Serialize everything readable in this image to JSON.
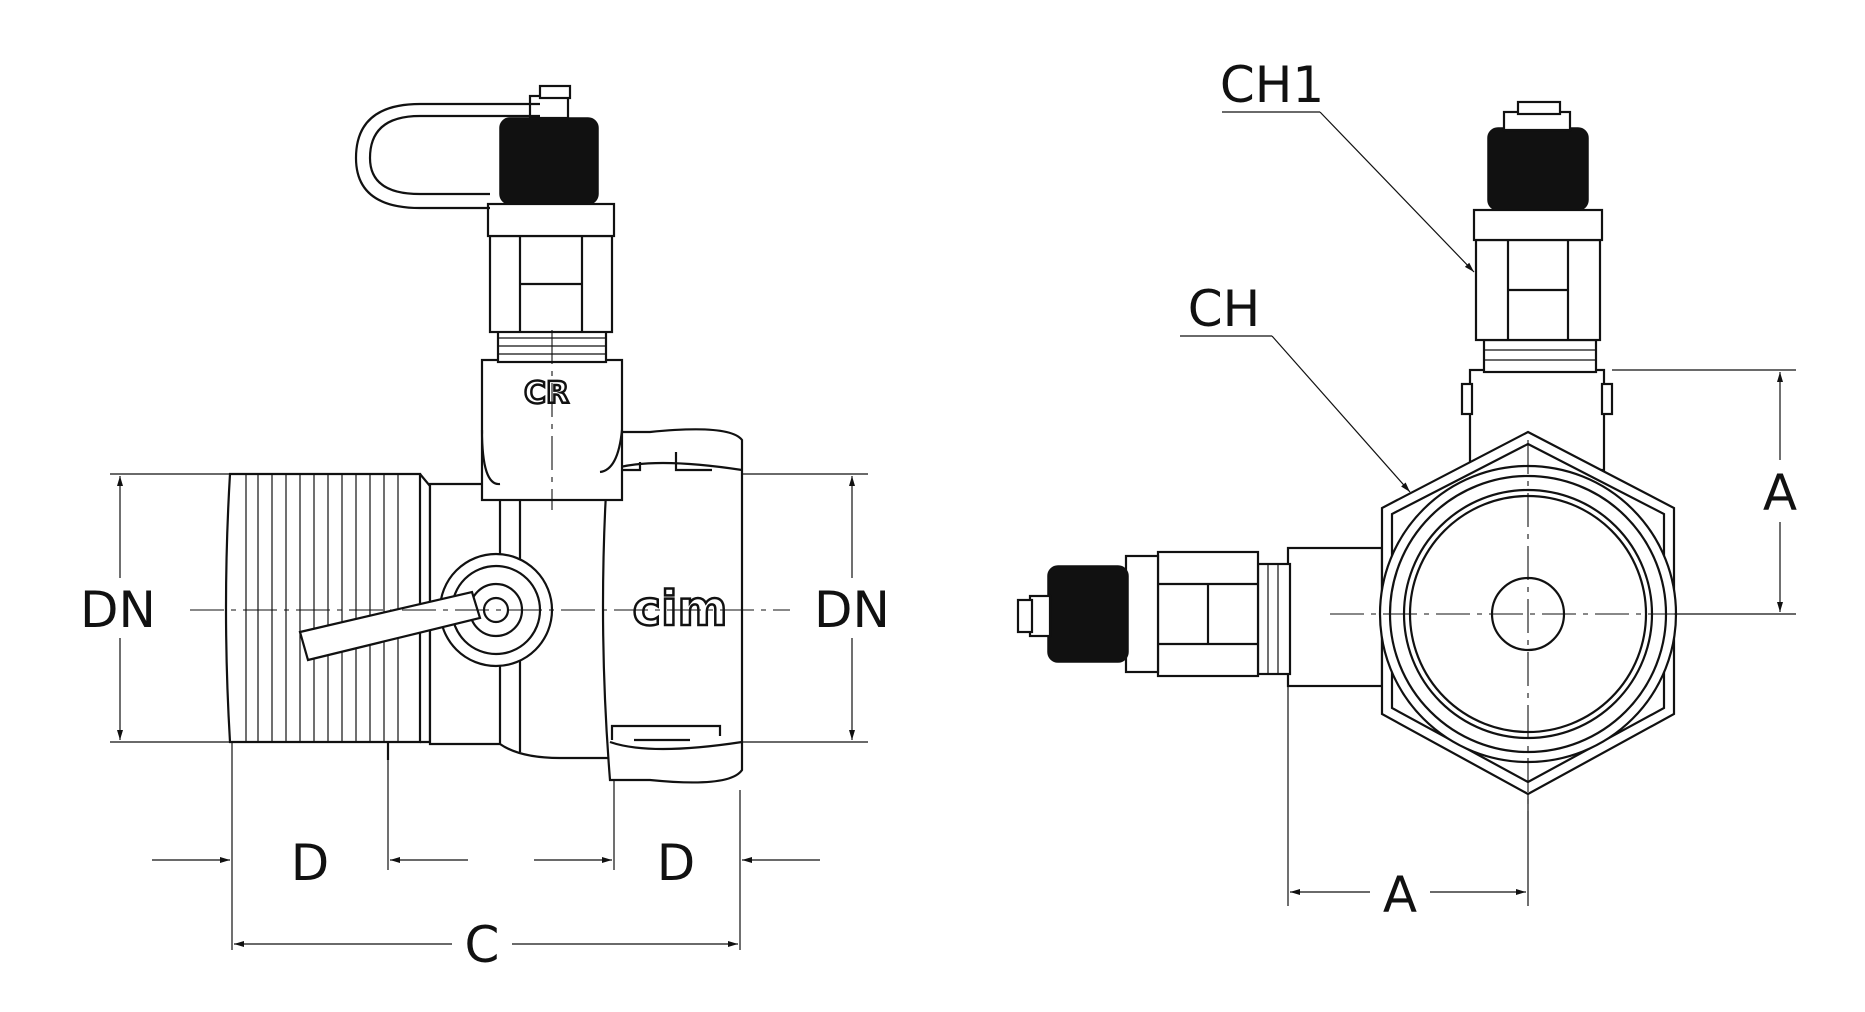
{
  "drawing": {
    "side_view": {
      "labels": {
        "dn_left": "DN",
        "dn_right": "DN",
        "d_left": "D",
        "d_right": "D",
        "c": "C"
      },
      "logos": {
        "body_mark": "cim",
        "cr_mark": "CR"
      }
    },
    "front_view": {
      "labels": {
        "ch1": "CH1",
        "ch": "CH",
        "a_vertical": "A",
        "a_horizontal": "A"
      }
    }
  }
}
